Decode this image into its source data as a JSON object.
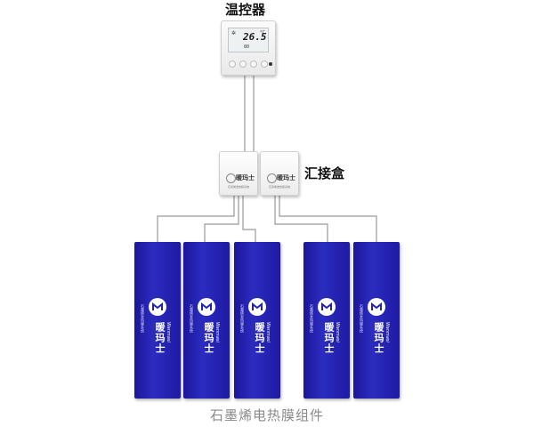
{
  "thermostat": {
    "title": "温控器",
    "temperature": "26.5",
    "unit": "°C",
    "fan_mark": "✲",
    "sub_value": "80"
  },
  "junction_box": {
    "label": "汇接盒",
    "brand": "暖玛士",
    "slogan": "石墨烯发热膜系统"
  },
  "panels": {
    "brand": "暖玛士",
    "brand_latin": "Wanmasi",
    "tagline": "石墨烯发热膜系统",
    "color": "#2323b0"
  },
  "caption": "石墨烯电热膜组件"
}
